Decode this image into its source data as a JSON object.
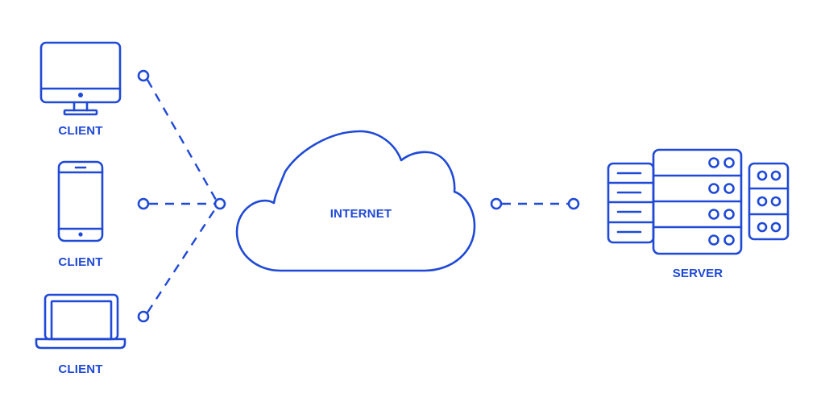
{
  "colors": {
    "accent": "#1f49d6",
    "background": "#ffffff"
  },
  "nodes": {
    "client_desktop": {
      "label": "CLIENT",
      "icon": "desktop-monitor-icon"
    },
    "client_phone": {
      "label": "CLIENT",
      "icon": "smartphone-icon"
    },
    "client_laptop": {
      "label": "CLIENT",
      "icon": "laptop-icon"
    },
    "internet": {
      "label": "INTERNET",
      "icon": "cloud-icon"
    },
    "server": {
      "label": "SERVER",
      "icon": "server-rack-icon"
    }
  },
  "edges": [
    {
      "from": "client_desktop",
      "to": "internet",
      "style": "dashed"
    },
    {
      "from": "client_phone",
      "to": "internet",
      "style": "dashed"
    },
    {
      "from": "client_laptop",
      "to": "internet",
      "style": "dashed"
    },
    {
      "from": "internet",
      "to": "server",
      "style": "dashed"
    }
  ]
}
